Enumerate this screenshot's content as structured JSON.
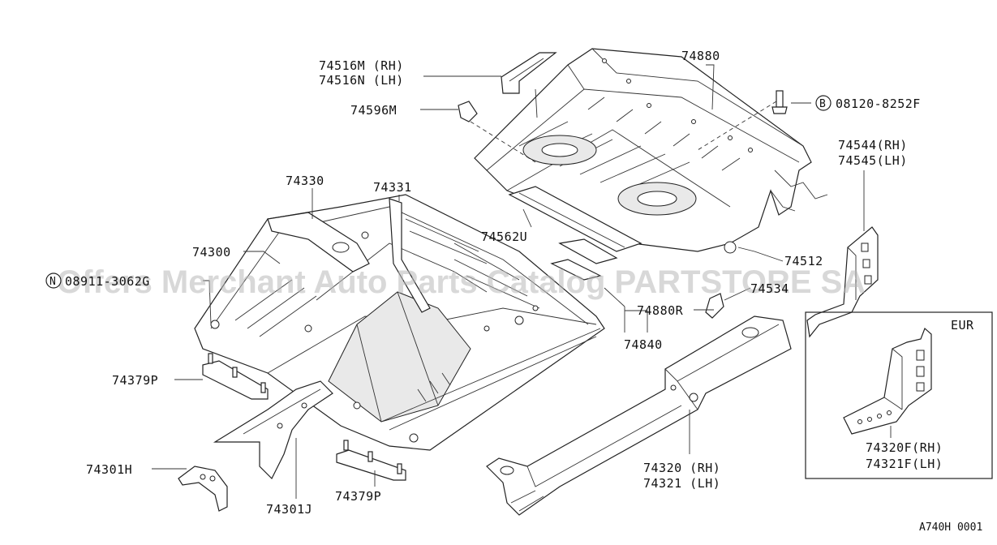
{
  "diagram": {
    "watermark": "Offers Merchant Auto Parts Catalog PARTSTORE SA",
    "reference_code": "A740H 0001",
    "eur_box_label": "EUR",
    "part_labels": {
      "p74880": "74880",
      "p74516m": "74516M (RH)",
      "p74516n": "74516N (LH)",
      "p74596m": "74596M",
      "p08120": "08120-8252F",
      "bolt_symbol": "B",
      "p74544": "74544(RH)",
      "p74545": "74545(LH)",
      "p74330": "74330",
      "p74331": "74331",
      "p74562u": "74562U",
      "p74512": "74512",
      "p74300": "74300",
      "p08911": "08911-3062G",
      "nut_symbol": "N",
      "p74534": "74534",
      "p74880r": "74880R",
      "p74840": "74840",
      "p74379p_top": "74379P",
      "p74379p_bottom": "74379P",
      "p74301h": "74301H",
      "p74301j": "74301J",
      "p74320": "74320 (RH)",
      "p74321": "74321 (LH)",
      "p74320f": "74320F(RH)",
      "p74321f": "74321F(LH)"
    }
  }
}
